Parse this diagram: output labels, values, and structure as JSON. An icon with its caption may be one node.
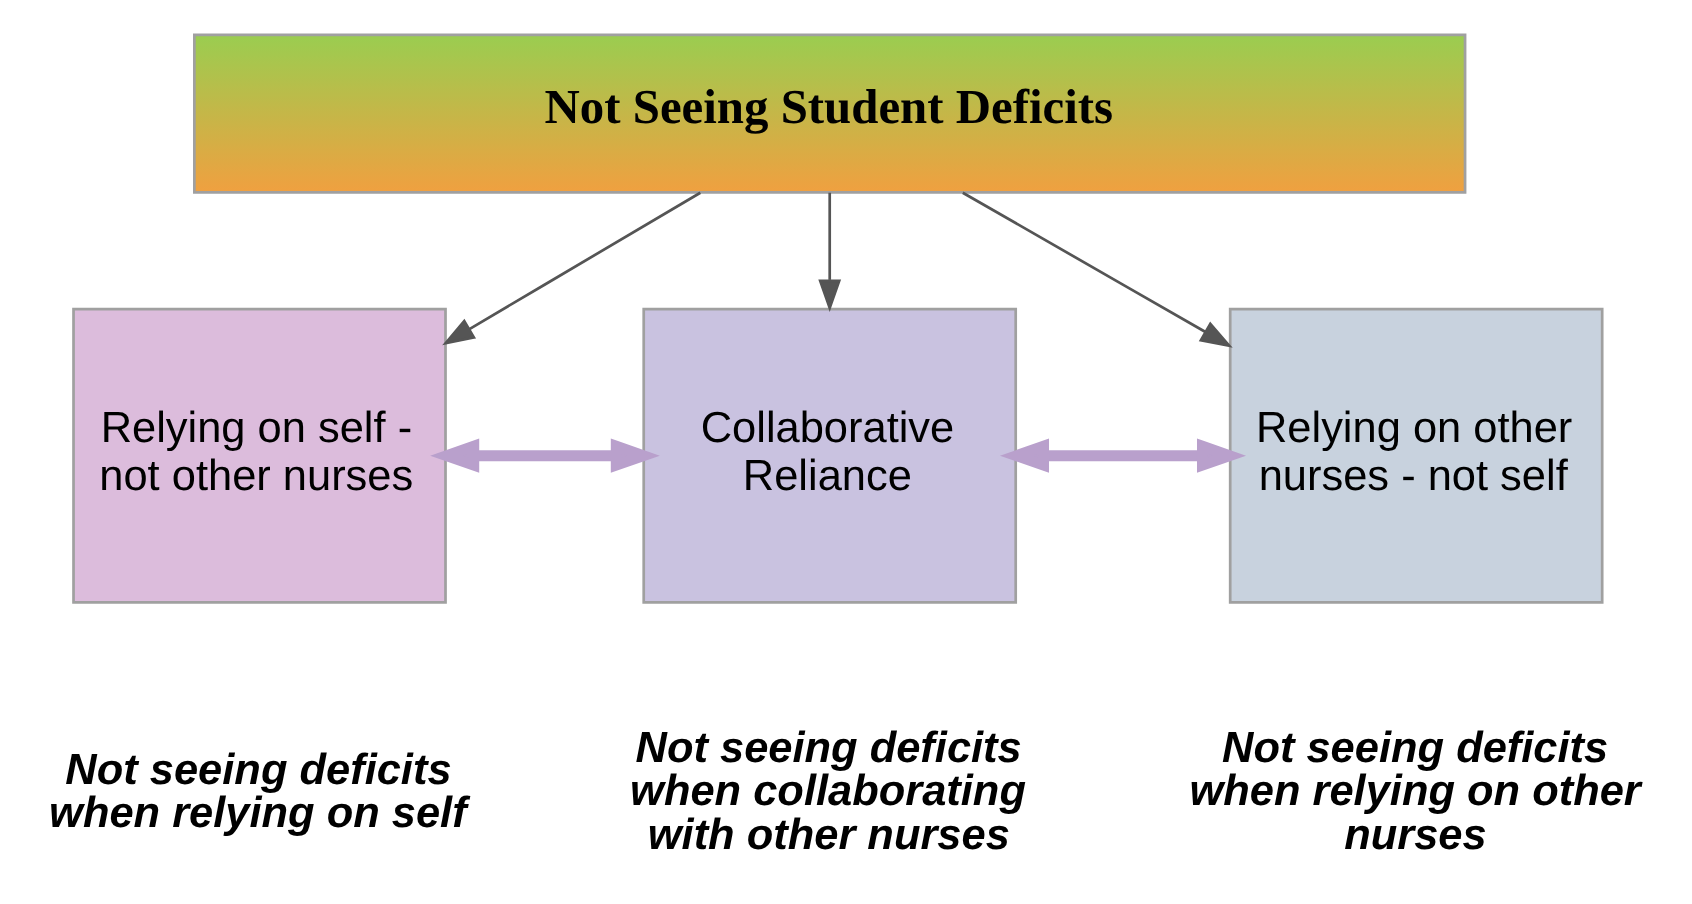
{
  "diagram": {
    "nodes": [
      {
        "text": [
          "Not Seeing Student Deficits"
        ]
      },
      {
        "text": [
          "Relying on self - not other nurses"
        ],
        "beside": [
          "Not seeing deficits when relying on self"
        ]
      },
      {
        "text": [
          "Collaborative Reliance"
        ],
        "beside": [
          "Not seeing deficits when collaborating with other nurses"
        ]
      },
      {
        "text": [
          "Relying on other nurses - not self"
        ],
        "beside": [
          "Not seeing deficits when relying on other nurses"
        ]
      }
    ],
    "edges": [
      {
        "from": 0,
        "to": 1,
        "arrow": "to"
      },
      {
        "from": 0,
        "to": 2,
        "arrow": "to"
      },
      {
        "from": 0,
        "to": 3,
        "arrow": "to"
      },
      {
        "from": 1,
        "to": 2,
        "arrow": "both",
        "style": "thick",
        "color": "#b9a0cc"
      },
      {
        "from": 2,
        "to": 3,
        "arrow": "both",
        "style": "thick",
        "color": "#b9a0cc"
      }
    ]
  }
}
